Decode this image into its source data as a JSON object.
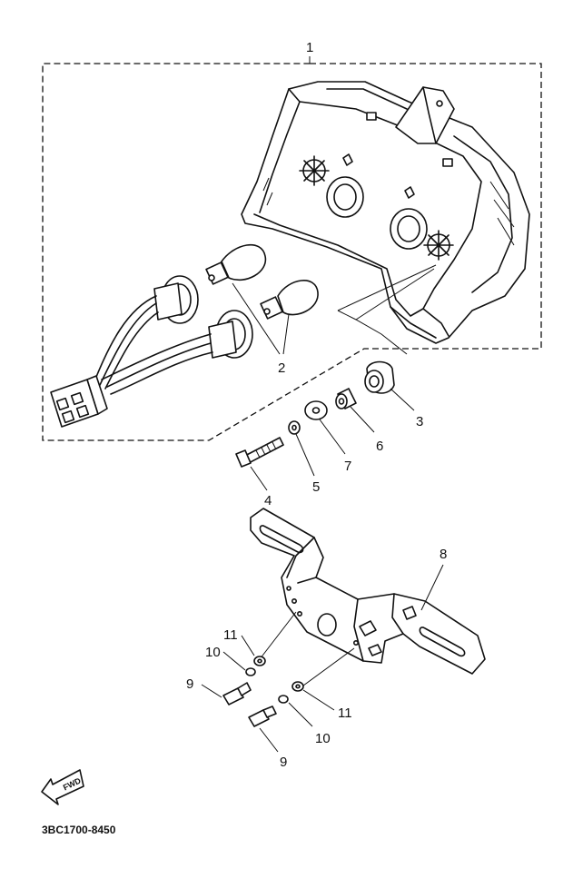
{
  "diagram": {
    "part_numbers": [
      "1",
      "2",
      "3",
      "4",
      "5",
      "6",
      "7",
      "8",
      "9",
      "9",
      "10",
      "10",
      "11",
      "11"
    ],
    "forward_marker": "FWD",
    "catalog_code": "3BC1700-8450"
  }
}
